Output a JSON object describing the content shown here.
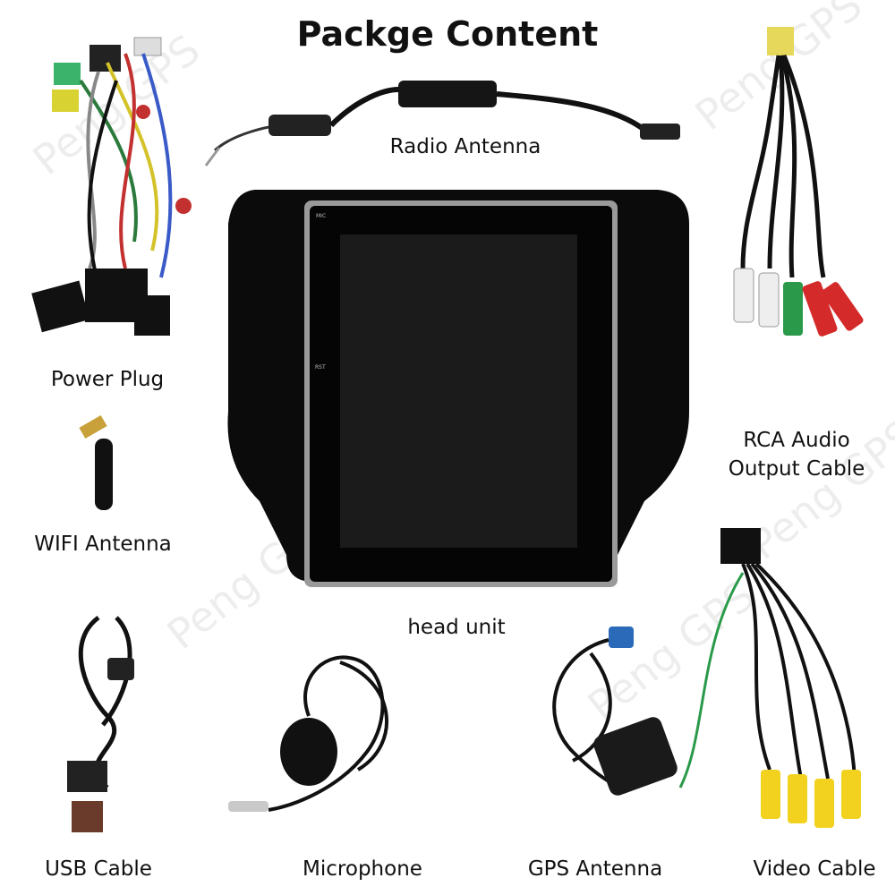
{
  "title": "Packge Content",
  "watermark": "Peng GPS",
  "items": {
    "radio_antenna": "Radio Antenna",
    "power_plug": "Power Plug",
    "rca_audio_line1": "RCA Audio",
    "rca_audio_line2": "Output Cable",
    "wifi_antenna": "WIFI Antenna",
    "head_unit": "head unit",
    "usb_cable": "USB Cable",
    "microphone": "Microphone",
    "gps_antenna": "GPS Antenna",
    "video_cable": "Video Cable"
  },
  "screen_labels": {
    "mic": "MIC",
    "rst": "RST"
  },
  "colors": {
    "bezel": "#0b0b0b",
    "screen": "#1a1a1a",
    "rca_white": "#eeeeee",
    "rca_red": "#d42a2a",
    "rca_green": "#2a9a4a",
    "rca_yellow": "#f2d21e"
  }
}
